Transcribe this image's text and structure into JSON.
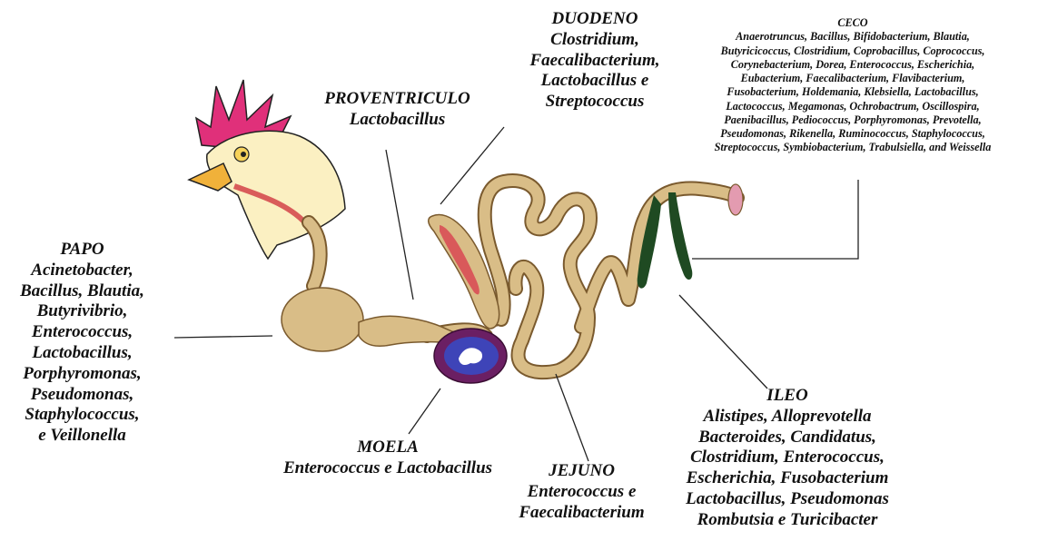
{
  "labels": {
    "papo": {
      "title": "PAPO",
      "lines": [
        "Acinetobacter,",
        "Bacillus, Blautia,",
        "Butyrivibrio,",
        "Enterococcus,",
        "Lactobacillus,",
        "Porphyromonas,",
        "Pseudomonas,",
        "Staphylococcus,",
        "e Veillonella"
      ]
    },
    "proventriculo": {
      "title": "PROVENTRICULO",
      "lines": [
        "Lactobacillus"
      ]
    },
    "duodeno": {
      "title": "DUODENO",
      "lines": [
        "Clostridium,",
        "Faecalibacterium,",
        "Lactobacillus e",
        "Streptococcus"
      ]
    },
    "ceco": {
      "title": "CECO",
      "lines": [
        "Anaerotruncus, Bacillus, Bifidobacterium, Blautia,",
        "Butyricicoccus, Clostridium, Coprobacillus, Coprococcus,",
        "Corynebacterium, Dorea, Enterococcus, Escherichia,",
        "Eubacterium, Faecalibacterium, Flavibacterium,",
        "Fusobacterium, Holdemania, Klebsiella, Lactobacillus,",
        "Lactococcus, Megamonas, Ochrobactrum, Oscillospira,",
        "Paenibacillus, Pediococcus, Porphyromonas, Prevotella,",
        "Pseudomonas, Rikenella, Ruminococcus, Staphylococcus,",
        "Streptococcus, Symbiobacterium, Trabulsiella, and Weissella"
      ]
    },
    "moela": {
      "title": "MOELA",
      "lines": [
        "Enterococcus e Lactobacillus"
      ]
    },
    "jejuno": {
      "title": "JEJUNO",
      "lines": [
        "Enterococcus e",
        "Faecalibacterium"
      ]
    },
    "ileo": {
      "title": "ILEO",
      "lines": [
        "Alistipes, Alloprevotella",
        "Bacteroides, Candidatus,",
        "Clostridium, Enterococcus,",
        "Escherichia, Fusobacterium",
        "Lactobacillus, Pseudomonas",
        "Rombutsia e Turicibacter"
      ]
    }
  },
  "colors": {
    "gut": "#d9bd87",
    "gut_outline": "#7a5a2e",
    "comb": "#e0307a",
    "beak": "#f0b13a",
    "gizzard_outer": "#6b1f63",
    "gizzard_inner": "#3e44b8",
    "ceca": "#1f4a22",
    "cloaca": "#e39bb0",
    "proventriculus_inner": "#d9595a"
  }
}
